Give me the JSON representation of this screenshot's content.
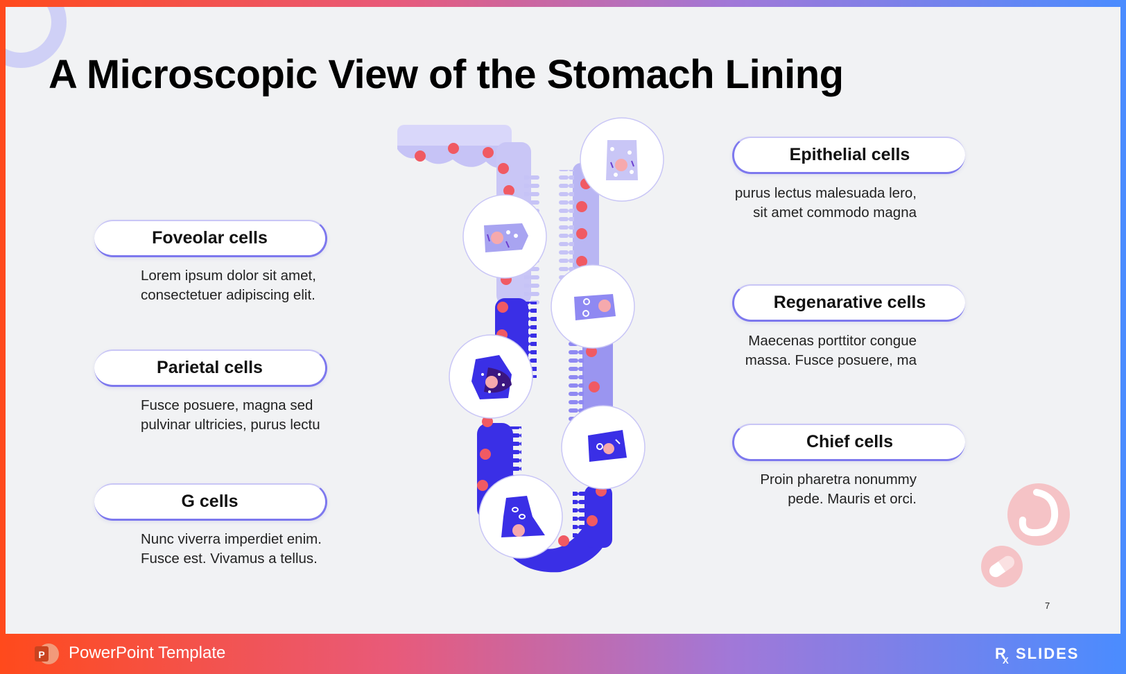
{
  "slide": {
    "title": "A Microscopic View of the Stomach Lining",
    "page_number": "7"
  },
  "left_items": [
    {
      "label": "Foveolar cells",
      "desc_line1": "Lorem ipsum dolor sit amet,",
      "desc_line2": "consectetuer adipiscing elit."
    },
    {
      "label": "Parietal cells",
      "desc_line1": "Fusce posuere, magna sed",
      "desc_line2": "pulvinar ultricies, purus lectu"
    },
    {
      "label": "G cells",
      "desc_line1": "Nunc viverra imperdiet enim.",
      "desc_line2": "Fusce est. Vivamus a tellus."
    }
  ],
  "right_items": [
    {
      "label": "Epithelial cells",
      "desc_line1": "purus lectus malesuada lero,",
      "desc_line2": "sit amet commodo magna"
    },
    {
      "label": "Regenarative cells",
      "desc_line1": "Maecenas porttitor congue",
      "desc_line2": "massa. Fusce posuere, ma"
    },
    {
      "label": "Chief cells",
      "desc_line1": "Proin pharetra nonummy",
      "desc_line2": "pede. Mauris et orci."
    }
  ],
  "footer": {
    "template_label": "PowerPoint Template",
    "app_icon_letter": "P",
    "brand_name": "SLIDES"
  },
  "colors": {
    "accent": "#7d78ee",
    "dark_cell": "#3a2fe6",
    "light_cell": "#b9b6f3",
    "nucleus": "#f05a63",
    "background": "#f1f2f4"
  },
  "icons": [
    "stomach-icon",
    "pill-icon",
    "powerpoint-icon"
  ]
}
